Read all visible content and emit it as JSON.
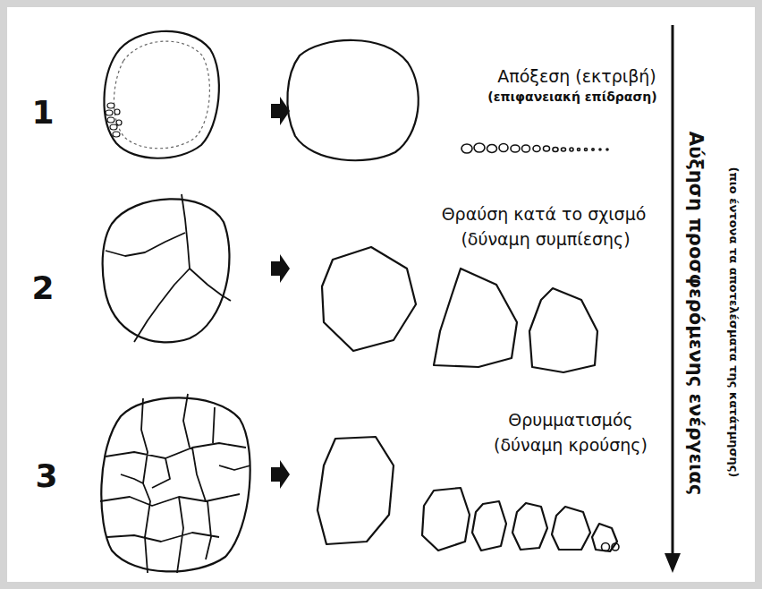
{
  "diagram": {
    "labels": [
      "1",
      "Απόξεση (εκτριβή)",
      "(επιφανειακή επίδραση)",
      "2",
      "Θραύση κατά το σχισμό",
      "(δύναμη συμπίεσης)",
      "3",
      "Θρυμματισμός",
      "(δύναμη κρούσης)",
      "Αύξηση προσφερόμενης ενέργειας",
      "(πιο έντονα τα αποτελέσματα της κατάτμησης)"
    ]
  }
}
